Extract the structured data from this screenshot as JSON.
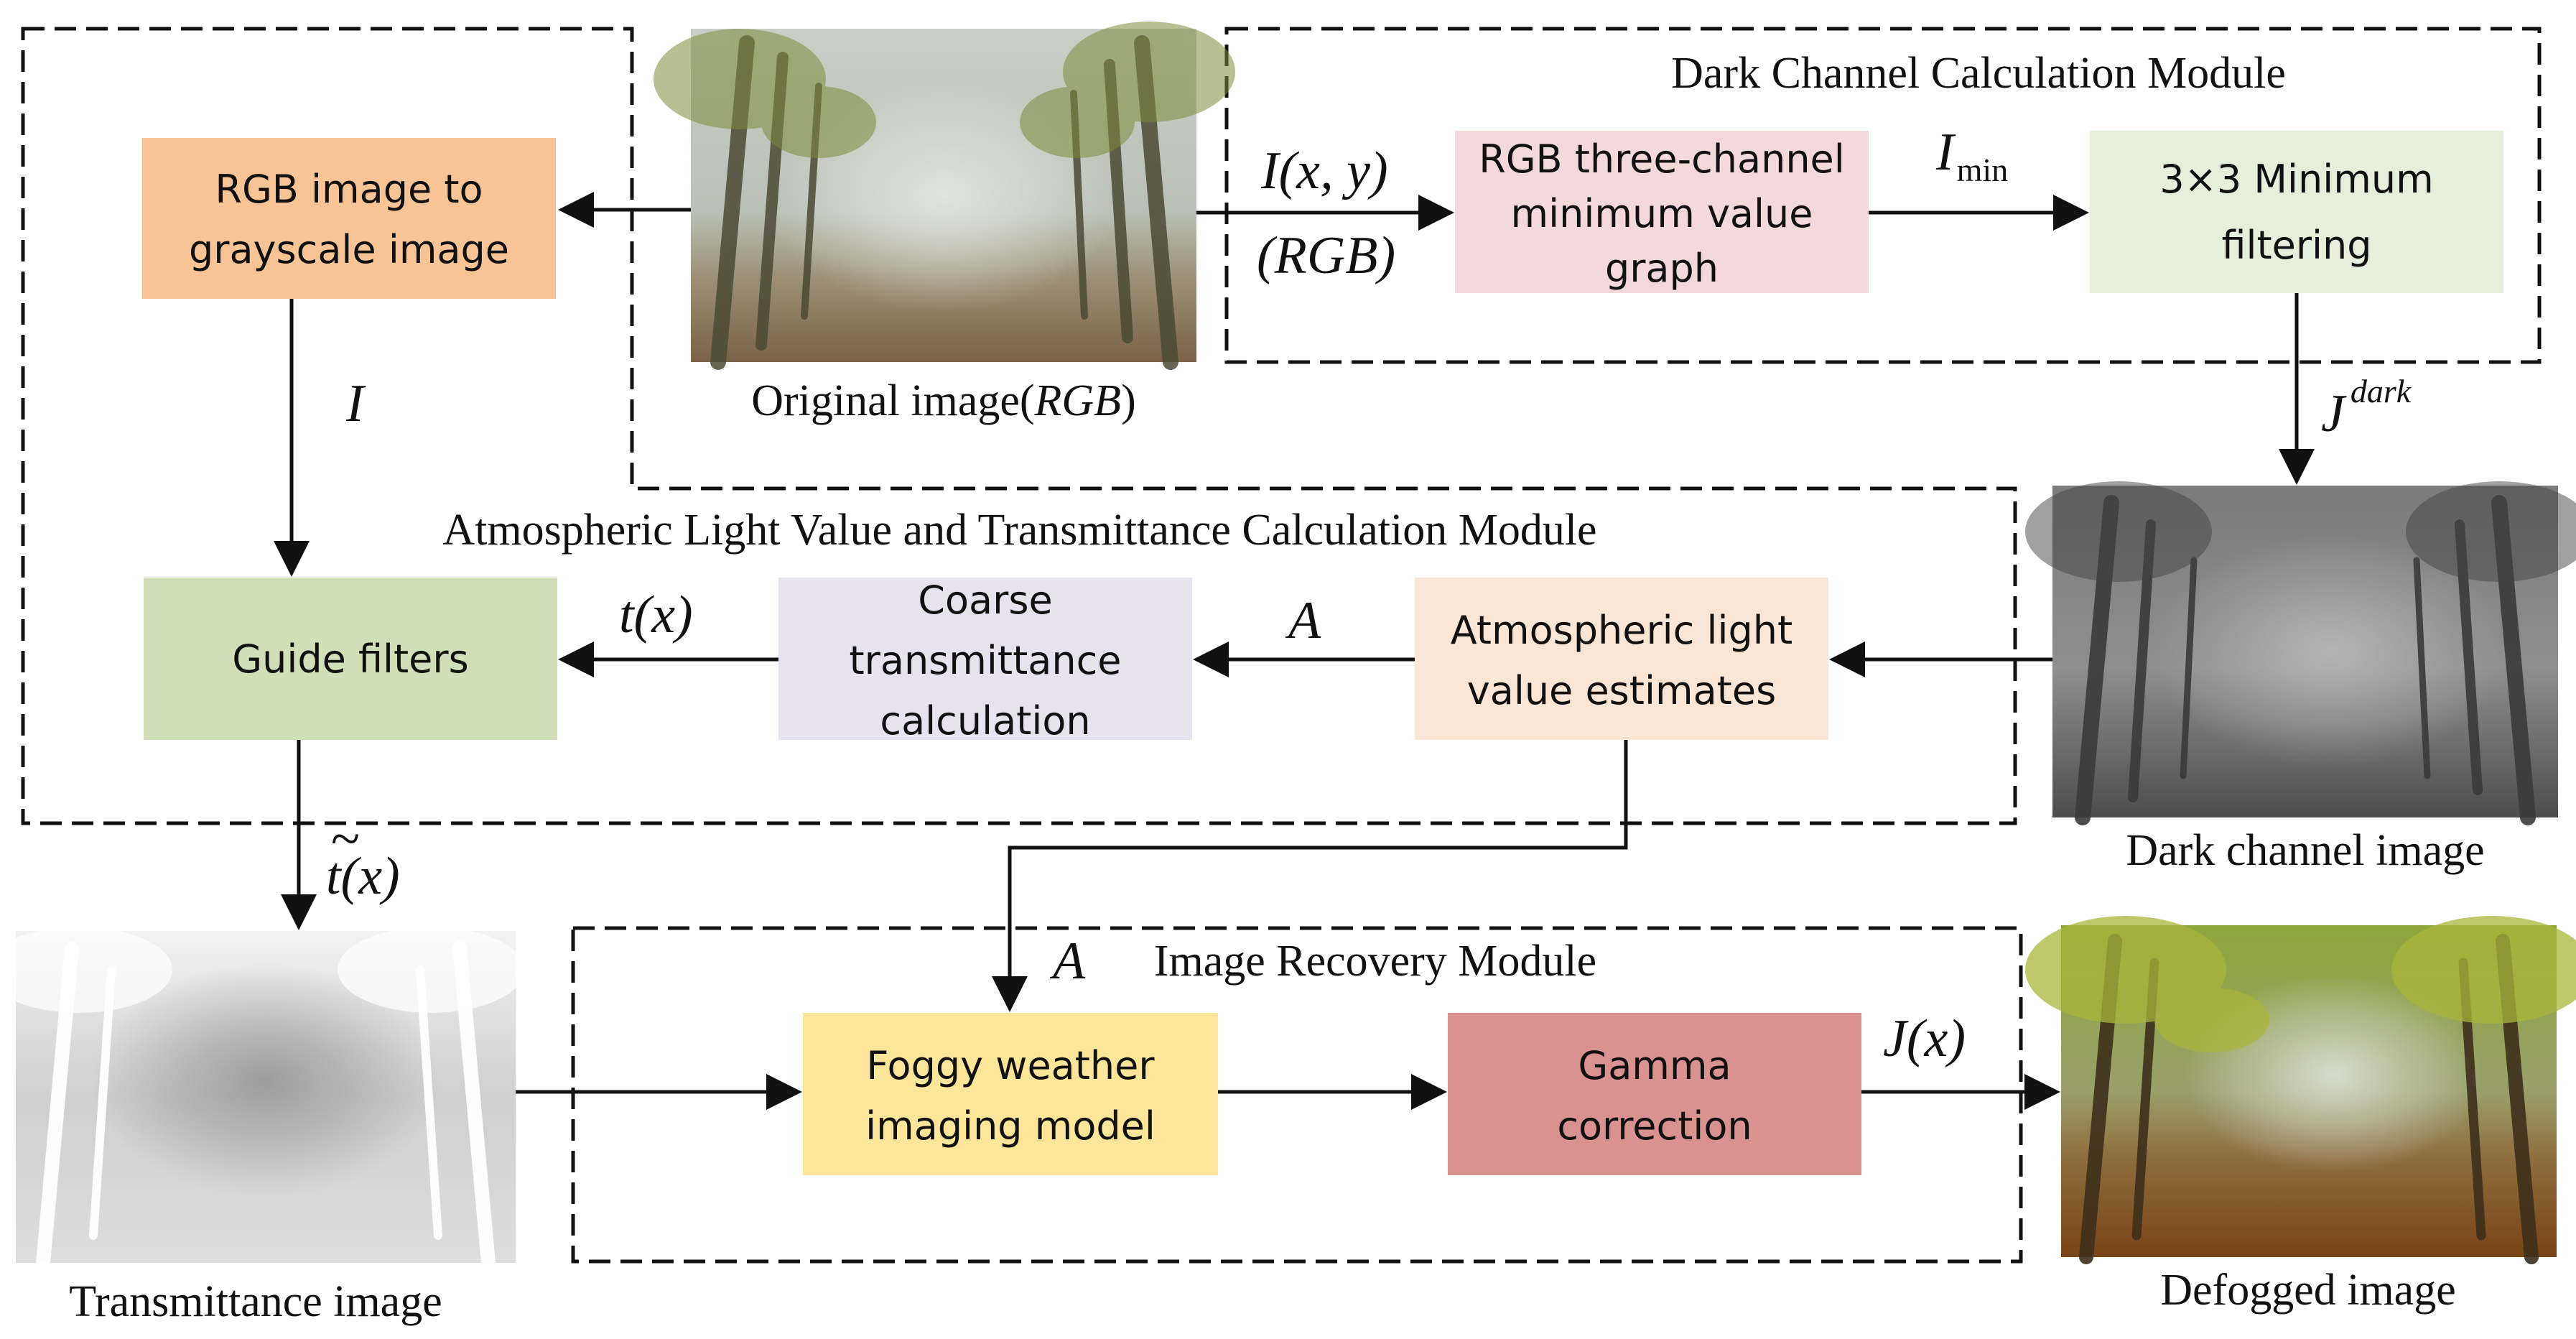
{
  "modules": {
    "dark_channel": "Dark Channel Calculation Module",
    "atmospheric": "Atmospheric Light Value and Transmittance Calculation Module",
    "recovery": "Image Recovery Module"
  },
  "boxes": {
    "rgb_to_gray": [
      "RGB image to",
      "grayscale image"
    ],
    "rgb_min": [
      "RGB three-channel",
      "minimum value",
      "graph"
    ],
    "min_filter": [
      "3×3 Minimum",
      "filtering"
    ],
    "guide_filters": [
      "Guide filters"
    ],
    "coarse": [
      "Coarse",
      "transmittance",
      "calculation"
    ],
    "atm_light": [
      "Atmospheric light",
      "value estimates"
    ],
    "foggy_model": [
      "Foggy weather",
      "imaging model"
    ],
    "gamma": [
      "Gamma",
      "correction"
    ]
  },
  "images": {
    "original": {
      "caption_prefix": "Original image(",
      "caption_var": "RGB",
      "caption_suffix": ")"
    },
    "dark_channel": {
      "caption": "Dark channel image"
    },
    "transmittance": {
      "caption": "Transmittance image"
    },
    "defogged": {
      "caption": "Defogged image"
    }
  },
  "symbols": {
    "I": "I",
    "I_xy": "I(x, y)",
    "RGB": "(RGB)",
    "I_min_base": "I",
    "I_min_sub": "min",
    "J_dark_base": "J",
    "J_dark_sup": "dark",
    "t_x": "t(x)",
    "A_top": "A",
    "A_bottom": "A",
    "t_tilde_x": "t(x)",
    "tilde": "~",
    "J_x": "J(x)"
  },
  "colors": {
    "rgb_to_gray": "#f8c496",
    "rgb_min": "#f3d9d9",
    "min_filter": "#e6efdc",
    "guide_filters": "#cfe0b9",
    "coarse": "#e6e3ee",
    "atm_light": "#fbe6d6",
    "foggy_model": "#fde59a",
    "gamma": "#d9928f"
  }
}
